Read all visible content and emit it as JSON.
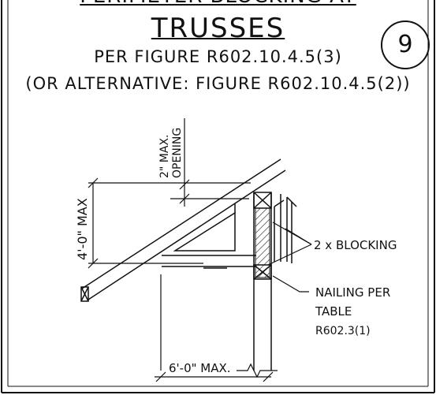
{
  "header": {
    "clipped_title": "PERIMETER BLOCKING AT",
    "title": "TRUSSES",
    "subtitle": "PER FIGURE R602.10.4.5(3)",
    "alternative": "(OR ALTERNATIVE: FIGURE R602.10.4.5(2))",
    "detail_number": "9"
  },
  "diagram": {
    "opening_label": "2\" MAX.",
    "opening_label_2": "OPENING",
    "height_label": "4'-0\" MAX",
    "blocking_label": "2 x BLOCKING",
    "nailing_label_1": "NAILING PER",
    "nailing_label_2": "TABLE",
    "nailing_label_3": "R602.3(1)",
    "span_label": "6'-0\" MAX."
  }
}
